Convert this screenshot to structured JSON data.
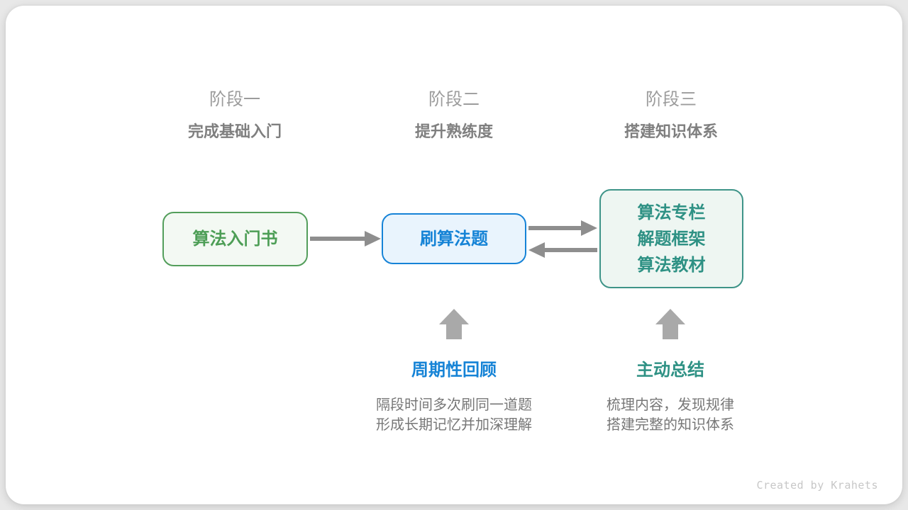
{
  "page": {
    "background": "#e8e8e8",
    "card_background": "#ffffff"
  },
  "stages": [
    {
      "label": "阶段一",
      "subtitle": "完成基础入门"
    },
    {
      "label": "阶段二",
      "subtitle": "提升熟练度"
    },
    {
      "label": "阶段三",
      "subtitle": "搭建知识体系"
    }
  ],
  "nodes": [
    {
      "lines": [
        "算法入门书"
      ],
      "border_color": "#539e5b",
      "fill_color": "#f3f9f3",
      "text_color": "#4d9e56"
    },
    {
      "lines": [
        "刷算法题"
      ],
      "border_color": "#1683d7",
      "fill_color": "#e9f4fd",
      "text_color": "#1583d6"
    },
    {
      "lines": [
        "算法专栏",
        "解题框架",
        "算法教材"
      ],
      "border_color": "#3e9488",
      "fill_color": "#eef6f2",
      "text_color": "#2e9184"
    }
  ],
  "connectors": [
    {
      "from": "算法入门书",
      "to": "刷算法题",
      "direction": "right"
    },
    {
      "from": "刷算法题",
      "to": "算法专栏/解题框架/算法教材",
      "direction": "right"
    },
    {
      "from": "算法专栏/解题框架/算法教材",
      "to": "刷算法题",
      "direction": "left"
    }
  ],
  "annotations": [
    {
      "title": "周期性回顾",
      "title_color": "#1583d6",
      "lines": [
        "隔段时间多次刷同一道题",
        "形成长期记忆并加深理解"
      ]
    },
    {
      "title": "主动总结",
      "title_color": "#2e9184",
      "lines": [
        "梳理内容，发现规律",
        "搭建完整的知识体系"
      ]
    }
  ],
  "footer": {
    "credit": "Created by Krahets"
  },
  "colors": {
    "flow_arrow": "#8e8e8e",
    "block_arrow": "#a9a9a9",
    "stage_label": "#9c9c9c",
    "stage_subtitle": "#7f7f7f",
    "description_text": "#777777",
    "credit_text": "#c7c7c7"
  }
}
